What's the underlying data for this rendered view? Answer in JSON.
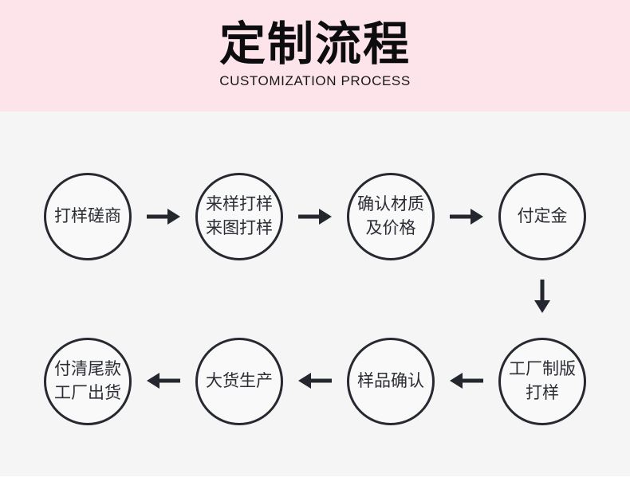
{
  "header": {
    "title": "定制流程",
    "subtitle": "CUSTOMIZATION PROCESS"
  },
  "flow": {
    "row1": [
      {
        "line1": "打样磋商",
        "line2": ""
      },
      {
        "line1": "来样打样",
        "line2": "来图打样"
      },
      {
        "line1": "确认材质",
        "line2": "及价格"
      },
      {
        "line1": "付定金",
        "line2": ""
      }
    ],
    "row2": [
      {
        "line1": "工厂制版",
        "line2": "打样"
      },
      {
        "line1": "样品确认",
        "line2": ""
      },
      {
        "line1": "大货生产",
        "line2": ""
      },
      {
        "line1": "付清尾款",
        "line2": "工厂出货"
      }
    ]
  },
  "icons": {
    "arrow_right": "arrow-right-icon",
    "arrow_left": "arrow-left-icon",
    "arrow_down": "arrow-down-icon"
  },
  "colors": {
    "banner_bg": "#fde4ea",
    "flow_bg": "#f5f5f6",
    "bottom_bg": "#ffffff",
    "title_ink": "#0d0d0f",
    "circle_stroke": "#26292f",
    "arrow_ink": "#24272d",
    "label_ink": "#2b2e34"
  }
}
